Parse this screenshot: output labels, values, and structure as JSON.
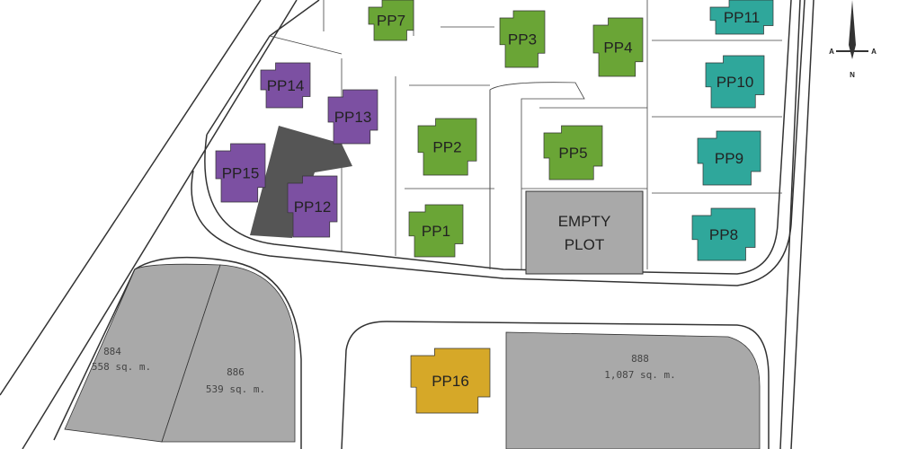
{
  "colors": {
    "green": "#6aa536",
    "purple": "#7c50a2",
    "teal": "#2fa79b",
    "gray": "#a9a9a9",
    "gold": "#d6a828"
  },
  "plots": [
    {
      "id": "pp7",
      "label": "PP7",
      "group": "green"
    },
    {
      "id": "pp3",
      "label": "PP3",
      "group": "green"
    },
    {
      "id": "pp4",
      "label": "PP4",
      "group": "green"
    },
    {
      "id": "pp11",
      "label": "PP11",
      "group": "teal"
    },
    {
      "id": "pp10",
      "label": "PP10",
      "group": "teal"
    },
    {
      "id": "pp9",
      "label": "PP9",
      "group": "teal"
    },
    {
      "id": "pp8",
      "label": "PP8",
      "group": "teal"
    },
    {
      "id": "pp14",
      "label": "PP14",
      "group": "purple"
    },
    {
      "id": "pp13",
      "label": "PP13",
      "group": "purple"
    },
    {
      "id": "pp15",
      "label": "PP15",
      "group": "purple"
    },
    {
      "id": "pp12",
      "label": "PP12",
      "group": "purple"
    },
    {
      "id": "pp2",
      "label": "PP2",
      "group": "green"
    },
    {
      "id": "pp5",
      "label": "PP5",
      "group": "green"
    },
    {
      "id": "pp1",
      "label": "PP1",
      "group": "green"
    },
    {
      "id": "pp16",
      "label": "PP16",
      "group": "gold"
    }
  ],
  "empty_plot": {
    "line1": "EMPTY",
    "line2": "PLOT"
  },
  "lots": [
    {
      "number": "884",
      "area": "558 sq. m."
    },
    {
      "number": "886",
      "area": "539 sq. m."
    },
    {
      "number": "888",
      "area": "1,087 sq. m."
    }
  ],
  "compass": {
    "left": "A",
    "right": "A",
    "bottom": "N"
  }
}
